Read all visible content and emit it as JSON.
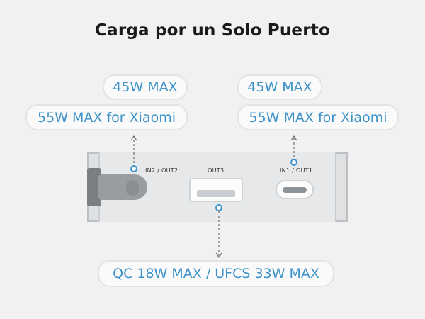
{
  "title": "Carga por un Solo Puerto",
  "left_port": {
    "pill_top": "45W MAX",
    "pill_bottom": "55W MAX for Xiaomi",
    "label": "IN2 / OUT2"
  },
  "right_port": {
    "pill_top": "45W MAX",
    "pill_bottom": "55W MAX for Xiaomi",
    "label": "IN1 / OUT1"
  },
  "middle_port": {
    "label": "OUT3",
    "pill": "QC 18W MAX / UFCS 33W MAX"
  },
  "colors": {
    "accent": "#3d92c8",
    "background": "#f1f1f1",
    "pill_border": "#e1e4e7"
  }
}
